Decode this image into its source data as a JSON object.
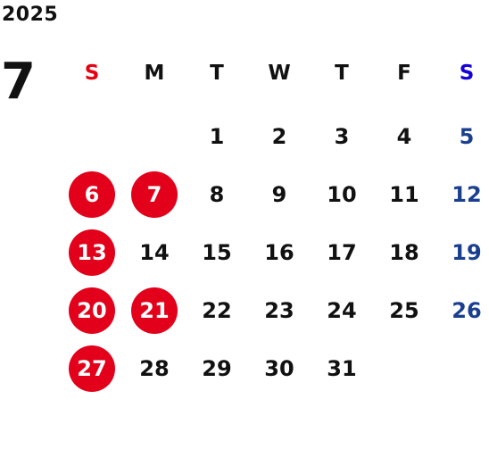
{
  "year": "2025",
  "month": "7",
  "colors": {
    "text": "#111111",
    "sunday_header": "#e60012",
    "saturday_header": "#1500d6",
    "saturday_day": "#1a3f8f",
    "holiday_circle": "#e2001a",
    "holiday_text": "#ffffff"
  },
  "weekdays": [
    {
      "label": "S",
      "kind": "sunday"
    },
    {
      "label": "M",
      "kind": "weekday"
    },
    {
      "label": "T",
      "kind": "weekday"
    },
    {
      "label": "W",
      "kind": "weekday"
    },
    {
      "label": "T",
      "kind": "weekday"
    },
    {
      "label": "F",
      "kind": "weekday"
    },
    {
      "label": "S",
      "kind": "saturday"
    }
  ],
  "weeks": [
    [
      {
        "day": ""
      },
      {
        "day": ""
      },
      {
        "day": "1"
      },
      {
        "day": "2"
      },
      {
        "day": "3"
      },
      {
        "day": "4"
      },
      {
        "day": "5",
        "saturday": true
      }
    ],
    [
      {
        "day": "6",
        "holiday": true
      },
      {
        "day": "7",
        "holiday": true
      },
      {
        "day": "8"
      },
      {
        "day": "9"
      },
      {
        "day": "10"
      },
      {
        "day": "11"
      },
      {
        "day": "12",
        "saturday": true
      }
    ],
    [
      {
        "day": "13",
        "holiday": true
      },
      {
        "day": "14"
      },
      {
        "day": "15"
      },
      {
        "day": "16"
      },
      {
        "day": "17"
      },
      {
        "day": "18"
      },
      {
        "day": "19",
        "saturday": true
      }
    ],
    [
      {
        "day": "20",
        "holiday": true
      },
      {
        "day": "21",
        "holiday": true
      },
      {
        "day": "22"
      },
      {
        "day": "23"
      },
      {
        "day": "24"
      },
      {
        "day": "25"
      },
      {
        "day": "26",
        "saturday": true
      }
    ],
    [
      {
        "day": "27",
        "holiday": true
      },
      {
        "day": "28"
      },
      {
        "day": "29"
      },
      {
        "day": "30"
      },
      {
        "day": "31"
      },
      {
        "day": ""
      },
      {
        "day": ""
      }
    ]
  ]
}
